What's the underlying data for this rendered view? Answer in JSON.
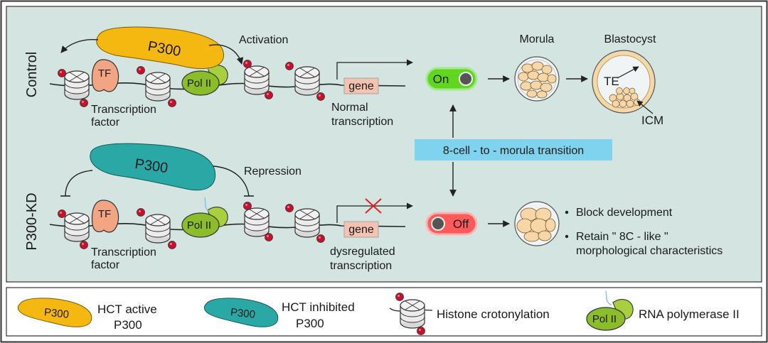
{
  "colors": {
    "panel_bg": "#d3e4e1",
    "p300_active": "#f5b811",
    "p300_inhibited": "#2aa8a6",
    "tf": "#f2a582",
    "pol_ii": "#8bbd2b",
    "gene_box": "#f3c3b1",
    "switch_on": "#61d61e",
    "switch_off": "#ff5a5a",
    "transition_box": "#7fd3ee",
    "histone_mark": "#c8102e"
  },
  "rows": {
    "control": {
      "row_label": "Control",
      "p300_label": "P300",
      "arrow_label": "Activation",
      "tf_label": "TF",
      "tf_caption_1": "Transcription",
      "tf_caption_2": "factor",
      "pol_label": "Pol II",
      "gene_label": "gene",
      "gene_caption_1": "Normal",
      "gene_caption_2": "transcription",
      "switch_label": "On"
    },
    "knockdown": {
      "row_label": "P300-KD",
      "p300_label": "P300",
      "arrow_label": "Repression",
      "tf_label": "TF",
      "tf_caption_1": "Transcription",
      "tf_caption_2": "factor",
      "pol_label": "Pol II",
      "gene_label": "gene",
      "gene_caption_1": "dysregulated",
      "gene_caption_2": "transcription",
      "switch_label": "Off"
    }
  },
  "transition_label": "8-cell - to - morula transition",
  "stages": {
    "morula": "Morula",
    "blastocyst": "Blastocyst",
    "te": "TE",
    "icm": "ICM"
  },
  "outcomes": {
    "bullet_1": "Block development",
    "bullet_2_line_1": "Retain \" 8C - like \"",
    "bullet_2_line_2": "morphological characteristics"
  },
  "legend": {
    "p300_icon_label": "P300",
    "active_line_1": "HCT active",
    "active_line_2": "P300",
    "inhibited_line_1": "HCT inhibited",
    "inhibited_line_2": "P300",
    "histone_label": "Histone crotonylation",
    "pol_icon_label": "Pol II",
    "polymerase_label": "RNA polymerase II"
  }
}
